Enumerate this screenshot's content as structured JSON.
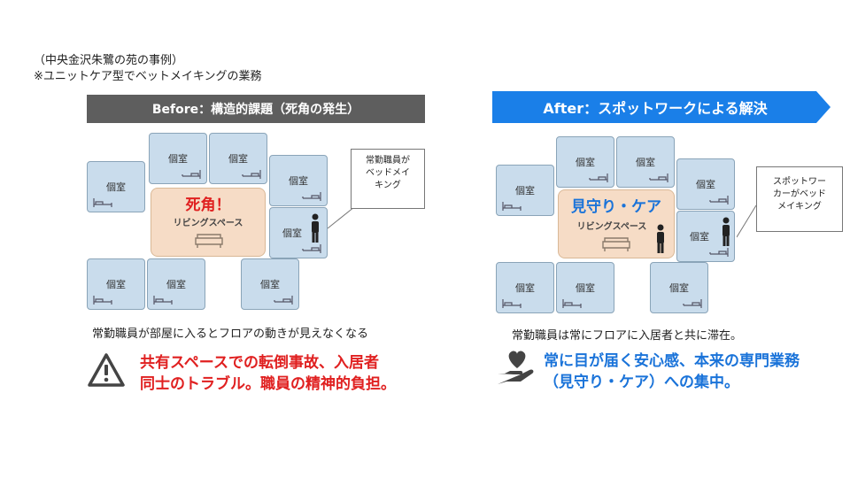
{
  "intro": {
    "line1": "（中央金沢朱鷺の苑の事例）",
    "line2": "※ユニットケア型でベットメイキングの業務"
  },
  "before": {
    "banner": "Before：構造的課題（死角の発生）",
    "rooms": [
      "個室",
      "個室",
      "個室",
      "個室",
      "個室",
      "個室",
      "個室",
      "個室"
    ],
    "highlight": "死角！",
    "living_label": "リビングスペース",
    "callout": [
      "常勤職員が",
      "ベッドメイ",
      "キング"
    ],
    "caption": "常勤職員が部屋に入るとフロアの動きが見えなくなる",
    "effect": [
      "共有スペースでの転倒事故、入居者",
      "同士のトラブル。職員の精神的負担。"
    ],
    "icon": "warning-icon"
  },
  "after": {
    "banner": "After：スポットワークによる解決",
    "rooms": [
      "個室",
      "個室",
      "個室",
      "個室",
      "個室",
      "個室",
      "個室",
      "個室"
    ],
    "highlight": "見守り・ケア",
    "living_label": "リビングスペース",
    "callout": [
      "スポットワー",
      "カーがベッド",
      "メイキング"
    ],
    "caption": "常勤職員は常にフロアに入居者と共に滞在。",
    "effect": [
      "常に目が届く安心感、本来の専門業務",
      "（見守り・ケア）への集中。"
    ],
    "icon": "heart-in-hand-icon"
  },
  "colors": {
    "before_banner": "#5e5e5e",
    "after_banner": "#1a7fe8",
    "room_fill": "#c9dcec",
    "living_fill": "#f6dcc6",
    "alert_red": "#e02020",
    "accent_blue": "#1a73d9"
  }
}
